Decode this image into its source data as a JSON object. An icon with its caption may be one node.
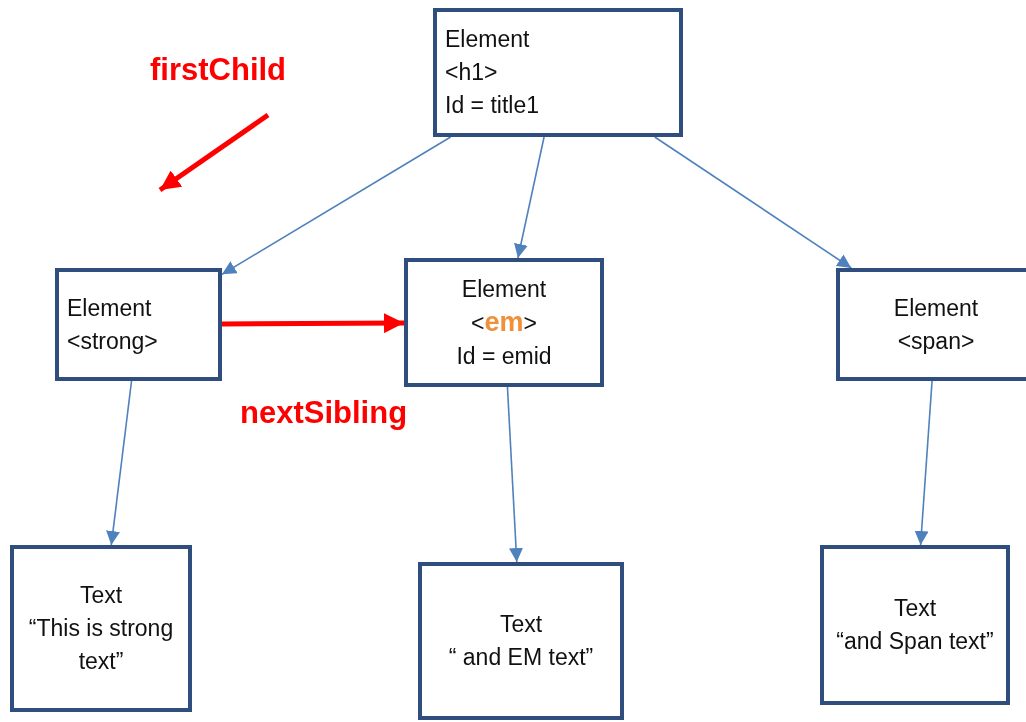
{
  "diagram": {
    "nodes": [
      {
        "text": [
          "Element",
          "<h1>",
          "Id = title1"
        ]
      },
      {
        "text": [
          "Element",
          "<strong>"
        ]
      },
      {
        "text": [
          "Element",
          "<**em**>",
          "Id = emid"
        ]
      },
      {
        "text": [
          "Element",
          "<span>"
        ]
      },
      {
        "text": [
          "Text",
          "“This is strong text”"
        ]
      },
      {
        "text": [
          "Text",
          "“ and EM text”"
        ]
      },
      {
        "text": [
          "Text",
          "“and Span text”"
        ]
      }
    ],
    "edges": [
      {
        "from": 0,
        "to": 1,
        "arrow": "to"
      },
      {
        "from": 0,
        "to": 2,
        "arrow": "to"
      },
      {
        "from": 0,
        "to": 3,
        "arrow": "to"
      },
      {
        "from": 1,
        "to": 2,
        "arrow": "to",
        "label": "nextSibling",
        "style": "thick",
        "color": "#ff0000"
      },
      {
        "from": 1,
        "to": 4,
        "arrow": "to"
      },
      {
        "from": 2,
        "to": 5,
        "arrow": "to"
      },
      {
        "from": 3,
        "to": 6,
        "arrow": "to"
      }
    ],
    "labels": [
      "firstChild"
    ]
  }
}
